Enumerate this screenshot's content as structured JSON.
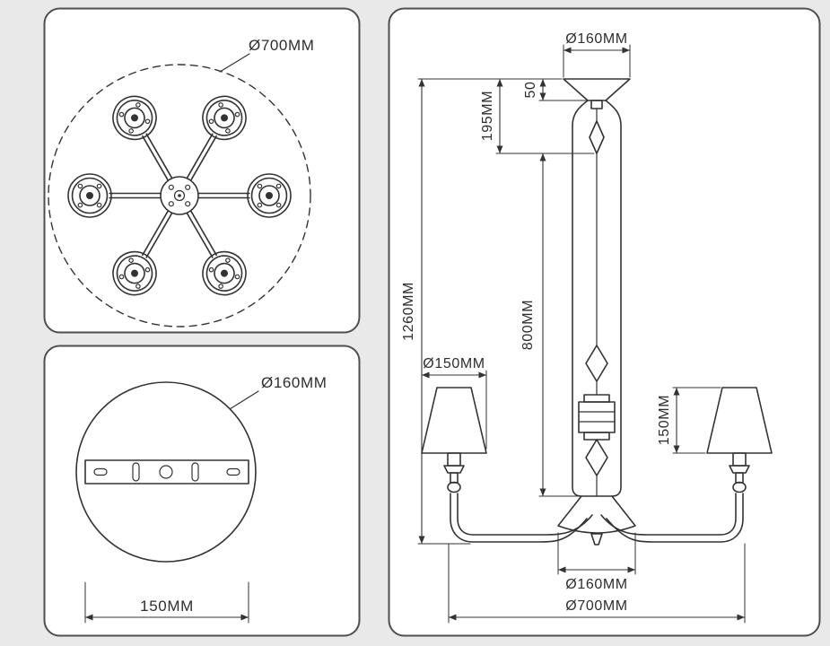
{
  "drawing": {
    "top_view": {
      "diameter_label": "Ø700MM"
    },
    "mount_view": {
      "diameter_label": "Ø160MM",
      "width_label": "150MM"
    },
    "side_view": {
      "canopy_diameter_label": "Ø160MM",
      "canopy_height_label": "50",
      "upper_section_label": "195MM",
      "total_height_label": "1260MM",
      "rod_length_label": "800MM",
      "shade_diameter_label": "Ø150MM",
      "shade_height_label": "150MM",
      "bowl_diameter_label": "Ø160MM",
      "total_width_label": "Ø700MM"
    },
    "colors": {
      "line": "#333333",
      "panel_border": "#4f4f4f",
      "panel_background": "#ffffff",
      "page_background": "#e9e9e9"
    }
  }
}
